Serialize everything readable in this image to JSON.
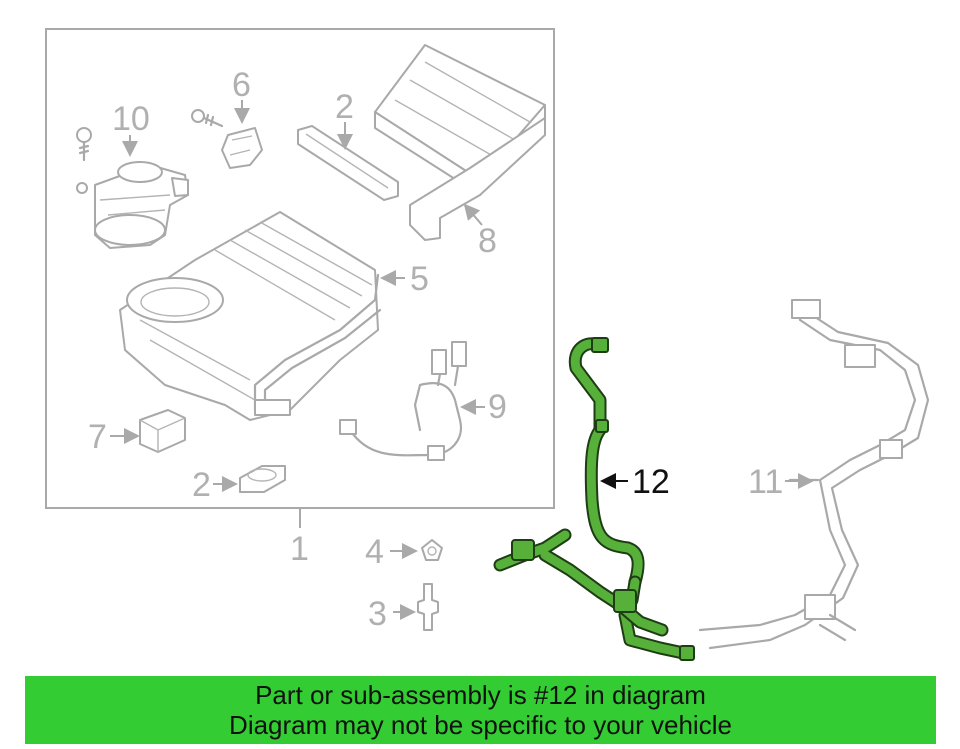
{
  "callouts": {
    "c1": "1",
    "c2a": "2",
    "c2b": "2",
    "c3": "3",
    "c4": "4",
    "c5": "5",
    "c6": "6",
    "c7": "7",
    "c8": "8",
    "c9": "9",
    "c10": "10",
    "c11": "11",
    "c12": "12"
  },
  "banner": {
    "line1": "Part or sub-assembly is #12 in diagram",
    "line2": "Diagram may not be specific to your vehicle"
  },
  "colors": {
    "highlight_part": "#56b03a",
    "banner": "#33cc33",
    "other_parts": "#a9a9a9"
  }
}
